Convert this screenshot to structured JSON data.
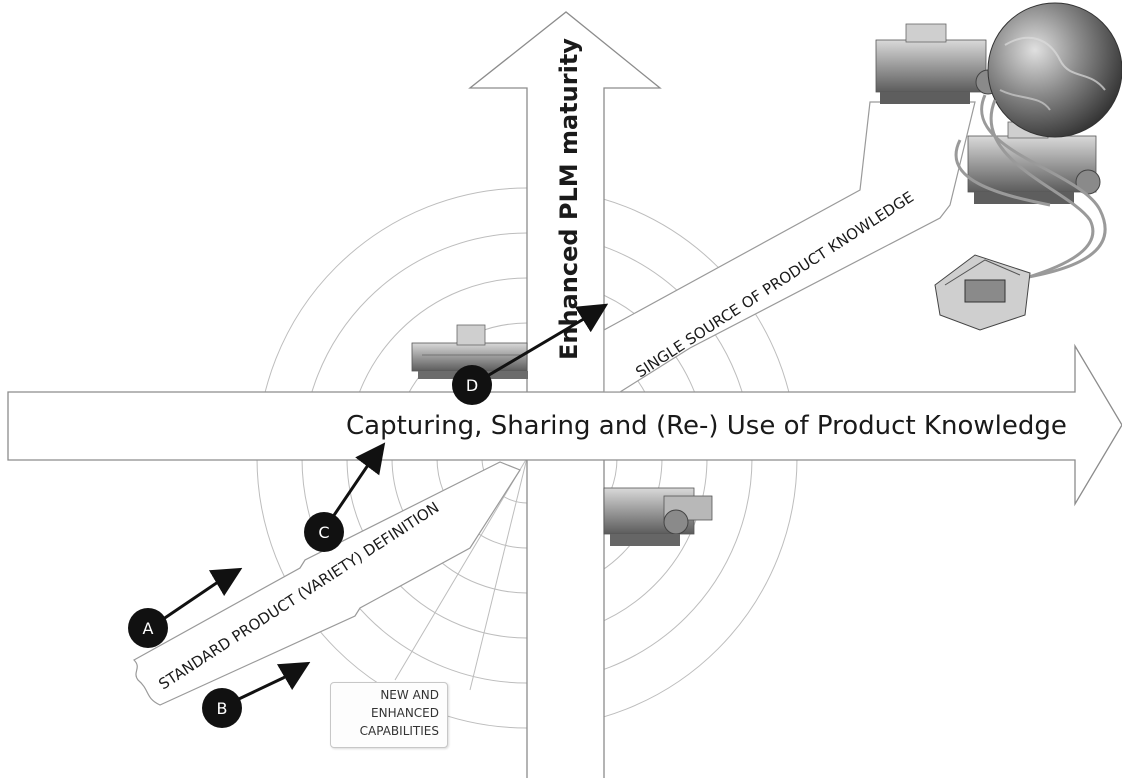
{
  "diagram": {
    "horizontal_arrow_label": "Capturing, Sharing and (Re-) Use of Product Knowledge",
    "vertical_arrow_label": "Enhanced PLM maturity",
    "diagonal_upper_label": "SINGLE SOURCE OF PRODUCT KNOWLEDGE",
    "diagonal_lower_label": "STANDARD PRODUCT (VARIETY) DEFINITION",
    "capabilities_box": [
      "NEW AND",
      "ENHANCED",
      "CAPABILITIES"
    ],
    "markers": [
      {
        "id": "A",
        "label": "A"
      },
      {
        "id": "B",
        "label": "B"
      },
      {
        "id": "C",
        "label": "C"
      },
      {
        "id": "D",
        "label": "D"
      }
    ],
    "icons": [
      "machine-icon",
      "globe-icon",
      "network-plug-icon"
    ]
  }
}
